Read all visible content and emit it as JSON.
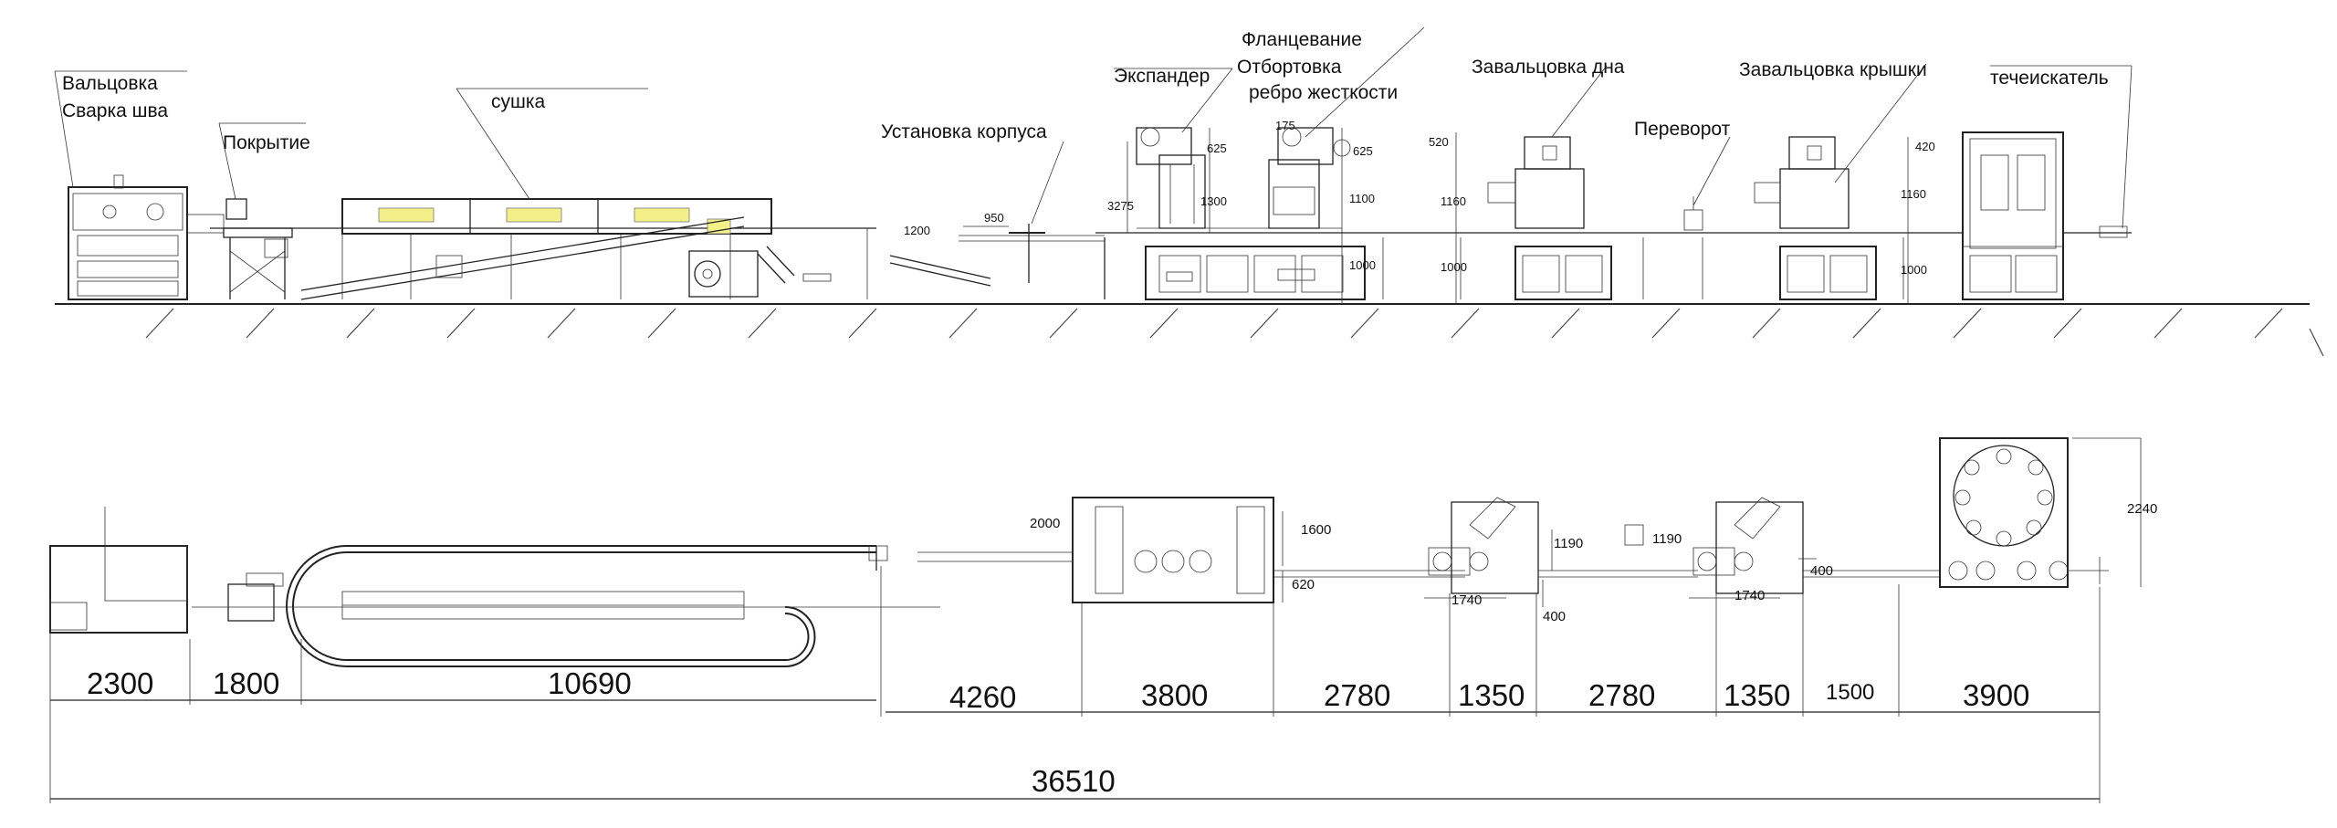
{
  "labels": {
    "rolling": "Вальцовка",
    "seam_welding": "Сварка шва",
    "coating": "Покрытие",
    "drying": "сушка",
    "body_install": "Установка корпуса",
    "expander": "Экспандер",
    "flanging": "Фланцевание",
    "beading": "Отбортовка",
    "stiff_rib": "ребро жесткости",
    "bottom_seaming": "Завальцовка дна",
    "flip": "Переворот",
    "lid_seaming": "Завальцовка крышки",
    "leak_tester": "течеискатель"
  },
  "side_dims": {
    "d1200": "1200",
    "d950": "950",
    "d3275": "3275",
    "d625a": "625",
    "d1300": "1300",
    "d175": "175",
    "d625b": "625",
    "d1100": "1100",
    "d1000a": "1000",
    "d520": "520",
    "d1160a": "1160",
    "d1000b": "1000",
    "d420": "420",
    "d1160b": "1160",
    "d1000c": "1000"
  },
  "plan_dims": {
    "d2000": "2000",
    "d1600": "1600",
    "d620": "620",
    "d1190a": "1190",
    "d1190b": "1190",
    "d1740a": "1740",
    "d400a": "400",
    "d1740b": "1740",
    "d400b": "400",
    "d2240": "2240"
  },
  "bottom_dims": {
    "s2300": "2300",
    "s1800": "1800",
    "s10690": "10690",
    "s4260": "4260",
    "s3800": "3800",
    "s2780a": "2780",
    "s1350a": "1350",
    "s2780b": "2780",
    "s1350b": "1350",
    "s1500": "1500",
    "s3900": "3900",
    "total": "36510"
  }
}
